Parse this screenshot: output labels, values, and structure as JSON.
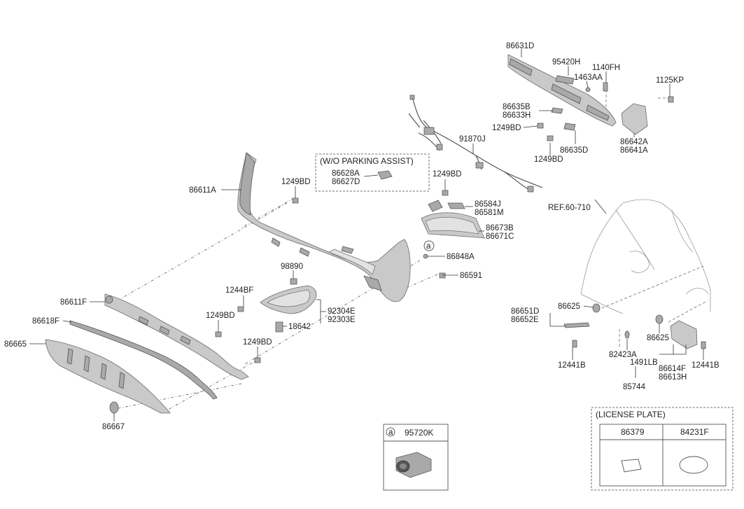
{
  "labels": {
    "p86631D": "86631D",
    "p95420H": "95420H",
    "p1140FH": "1140FH",
    "p1463AA": "1463AA",
    "p1125KP": "1125KP",
    "p86635B": "86635B",
    "p86633H": "86633H",
    "p1249BD_a": "1249BD",
    "p91870J": "91870J",
    "p1249BD_b": "1249BD",
    "p86635D": "86635D",
    "p86642A": "86642A",
    "p86641A": "86641A",
    "p86628A": "86628A",
    "p86627D": "86627D",
    "p1249BD_c": "1249BD",
    "p86611A": "86611A",
    "p1249BD_d": "1249BD",
    "p86584J": "86584J",
    "p86581M": "86581M",
    "p86673B": "86673B",
    "p86671C": "86671C",
    "p86848A": "86848A",
    "p86591": "86591",
    "p98890": "98890",
    "p1244BF": "1244BF",
    "p92304E": "92304E",
    "p92303E": "92303E",
    "p18642": "18642",
    "p86611F": "86611F",
    "p86618F": "86618F",
    "p1249BD_e": "1249BD",
    "p86665": "86665",
    "p1249BD_f": "1249BD",
    "p86667": "86667",
    "pREF": "REF.60-710",
    "p86651D": "86651D",
    "p86652E": "86652E",
    "p86625_a": "86625",
    "p86625_b": "86625",
    "p12441B_a": "12441B",
    "p12441B_b": "12441B",
    "p82423A": "82423A",
    "p1491LB": "1491LB",
    "p86614F": "86614F",
    "p86613H": "86613H",
    "p85744": "85744",
    "callout_a": "a"
  },
  "parking_box": {
    "title": "(W/O PARKING ASSIST)"
  },
  "sensor_box": {
    "marker": "a",
    "part": "95720K"
  },
  "license_box": {
    "title": "(LICENSE PLATE)",
    "col1": "86379",
    "col2": "84231F"
  }
}
